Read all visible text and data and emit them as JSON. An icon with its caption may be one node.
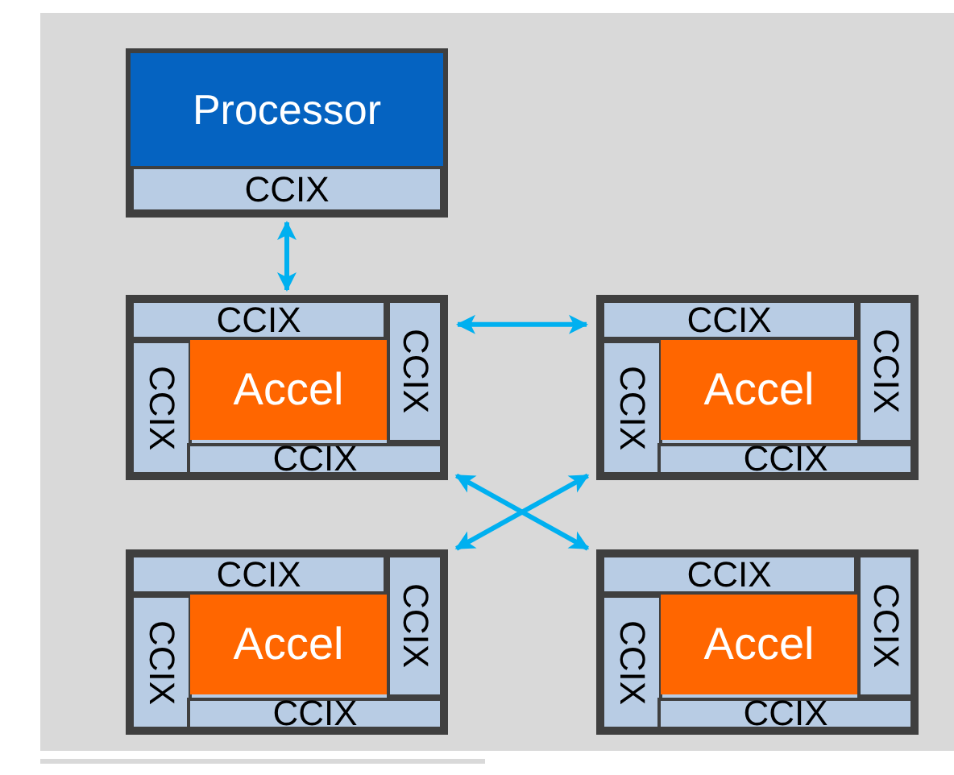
{
  "diagram": {
    "nodes": [
      {
        "text": [],
        "shape": "box"
      },
      {
        "text": [
          "Processor"
        ],
        "in": 0
      },
      {
        "text": [
          "CCIX"
        ],
        "in": 0
      },
      {
        "text": [],
        "shape": "box"
      },
      {
        "text": [
          "CCIX"
        ],
        "in": 3
      },
      {
        "text": [
          "CCIX"
        ],
        "in": 3
      },
      {
        "text": [
          "Accel"
        ],
        "in": 3
      },
      {
        "text": [
          "CCIX"
        ],
        "in": 3
      },
      {
        "text": [
          "CCIX"
        ],
        "in": 3
      },
      {
        "text": [],
        "shape": "box"
      },
      {
        "text": [
          "CCIX"
        ],
        "in": 9
      },
      {
        "text": [
          "CCIX"
        ],
        "in": 9
      },
      {
        "text": [
          "Accel"
        ],
        "in": 9
      },
      {
        "text": [
          "CCIX"
        ],
        "in": 9
      },
      {
        "text": [
          "CCIX"
        ],
        "in": 9
      },
      {
        "text": [],
        "shape": "box"
      },
      {
        "text": [
          "CCIX"
        ],
        "in": 15
      },
      {
        "text": [
          "CCIX"
        ],
        "in": 15
      },
      {
        "text": [
          "Accel"
        ],
        "in": 15
      },
      {
        "text": [
          "CCIX"
        ],
        "in": 15
      },
      {
        "text": [
          "CCIX"
        ],
        "in": 15
      },
      {
        "text": [],
        "shape": "box"
      },
      {
        "text": [
          "CCIX"
        ],
        "in": 21
      },
      {
        "text": [
          "CCIX"
        ],
        "in": 21
      },
      {
        "text": [
          "Accel"
        ],
        "in": 21
      },
      {
        "text": [
          "CCIX"
        ],
        "in": 21
      },
      {
        "text": [
          "CCIX"
        ],
        "in": 21
      }
    ],
    "edges": [
      {
        "from": 2,
        "to": 4,
        "arrow": "both"
      },
      {
        "from": 3,
        "to": 9,
        "arrow": "both"
      },
      {
        "from": 3,
        "to": 21,
        "arrow": "both"
      },
      {
        "from": 9,
        "to": 15,
        "arrow": "both"
      }
    ]
  }
}
